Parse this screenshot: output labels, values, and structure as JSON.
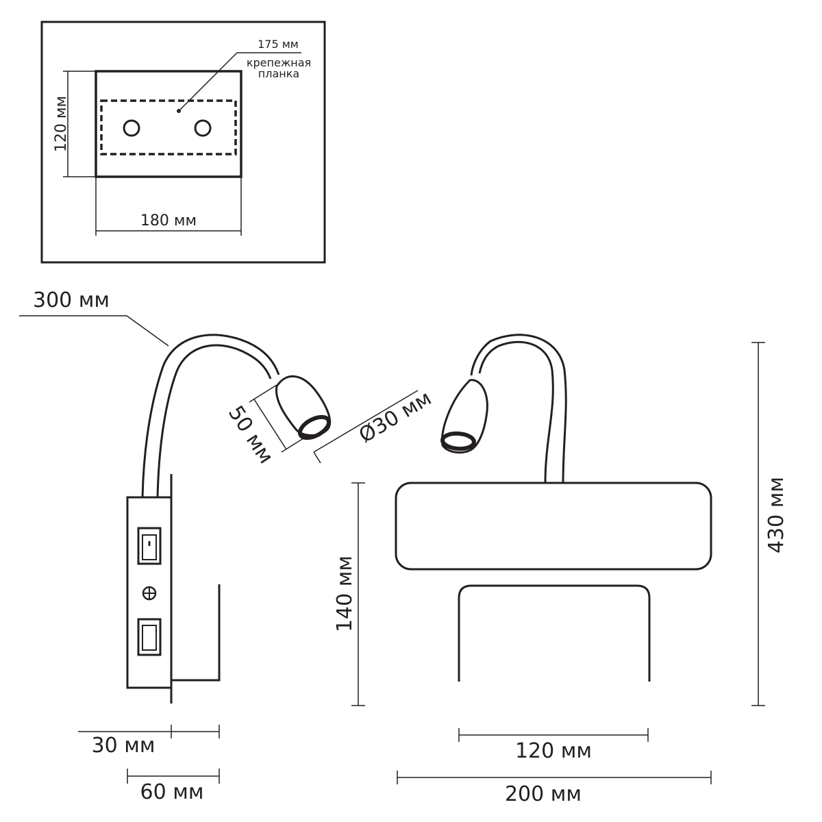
{
  "mount_plate_view": {
    "width_label": "180 мм",
    "height_label": "120 мм",
    "bracket_width_label": "175 мм",
    "bracket_name_line1": "крепежная",
    "bracket_name_line2": "планка"
  },
  "side_view": {
    "arm_length_label": "300 мм",
    "head_length_label": "50 мм",
    "head_diameter_label": "Ø30 мм",
    "depth_label": "30 мм",
    "total_depth_label": "60 мм"
  },
  "front_view": {
    "total_height_label": "430 мм",
    "body_height_label": "140 мм",
    "window_width_label": "120 мм",
    "body_width_label": "200 мм"
  },
  "colors": {
    "line": "#231f20",
    "background": "#ffffff"
  }
}
